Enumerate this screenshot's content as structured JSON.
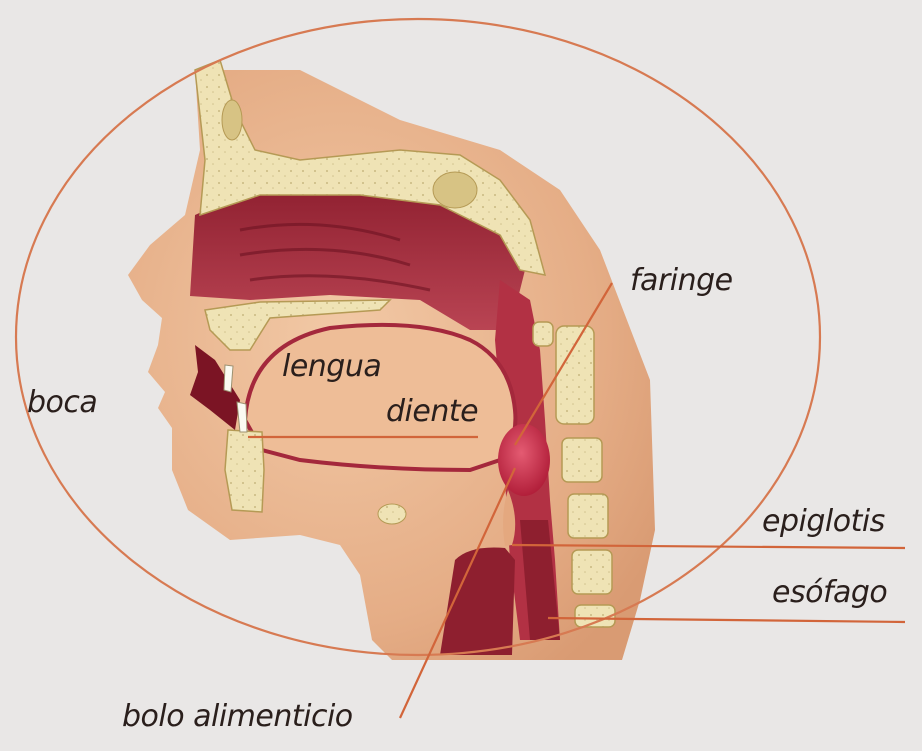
{
  "labels": {
    "boca": "boca",
    "lengua": "lengua",
    "diente": "diente",
    "faringe": "faringe",
    "epiglotis": "epiglotis",
    "esofago": "esófago",
    "bolo": "bolo alimenticio"
  },
  "colors": {
    "background": "#e9e7e6",
    "outline": "#d77a52",
    "leader_line": "#d2653a",
    "bone": "#efe3b5",
    "tissue": "#e4a87f",
    "muscle": "#a4283c",
    "bolo": "#c8304a"
  }
}
